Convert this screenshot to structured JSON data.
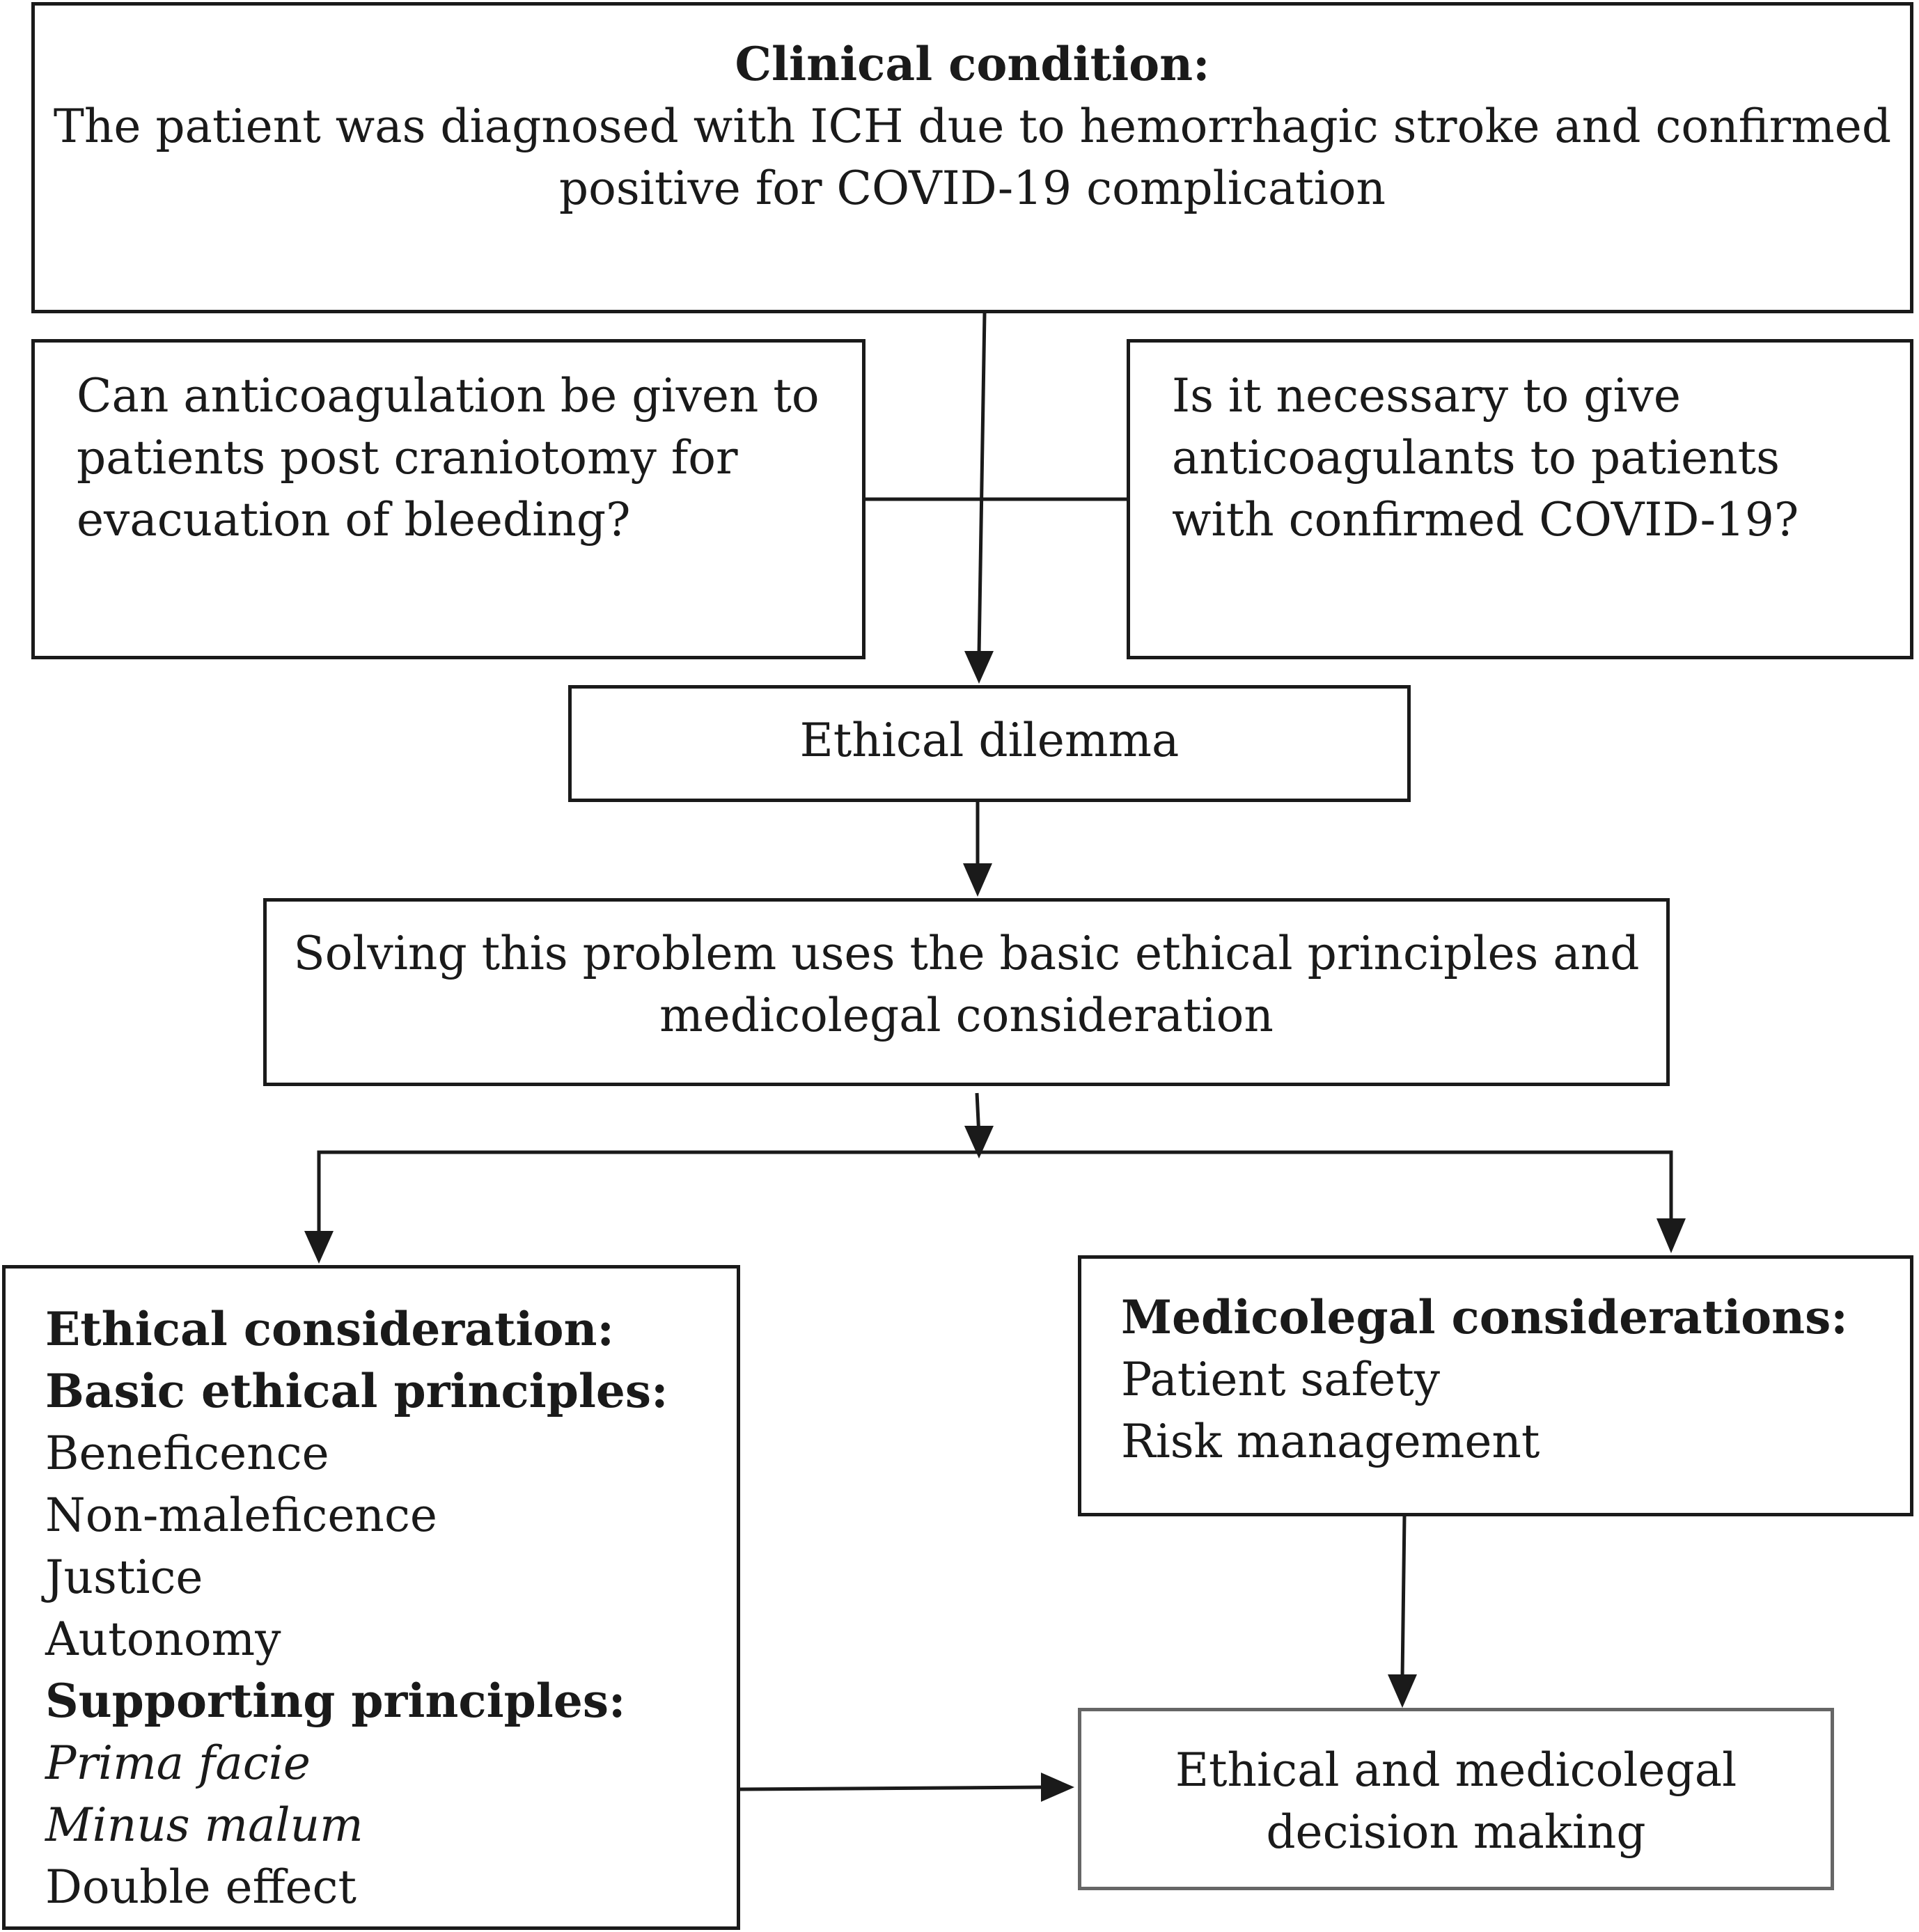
{
  "clinical": {
    "heading": "Clinical condition:",
    "line1": "The patient was diagnosed with ICH due to hemorrhagic stroke and confirmed",
    "line2": "positive for COVID-19 complication"
  },
  "question_left": {
    "line1": "Can anticoagulation be given to",
    "line2": "patients post craniotomy for",
    "line3": "evacuation of bleeding?"
  },
  "question_right": {
    "line1": "Is it necessary to give",
    "line2": "anticoagulants to patients",
    "line3": "with confirmed COVID-19?"
  },
  "dilemma": {
    "label": "Ethical dilemma"
  },
  "solving": {
    "line1": "Solving this problem uses the basic ethical principles and",
    "line2": "medicolegal consideration"
  },
  "ethical": {
    "heading1": "Ethical consideration:",
    "heading2": "Basic ethical principles:",
    "basic": [
      "Beneficence",
      "Non-maleficence",
      "Justice",
      "Autonomy"
    ],
    "heading3": "Supporting principles:",
    "supporting_italic": [
      "Prima facie",
      "Minus malum"
    ],
    "supporting_plain": "Double effect"
  },
  "medicolegal": {
    "heading": "Medicolegal considerations:",
    "items": [
      "Patient safety",
      "Risk management"
    ]
  },
  "decision": {
    "line1": "Ethical and medicolegal",
    "line2": "decision making"
  }
}
